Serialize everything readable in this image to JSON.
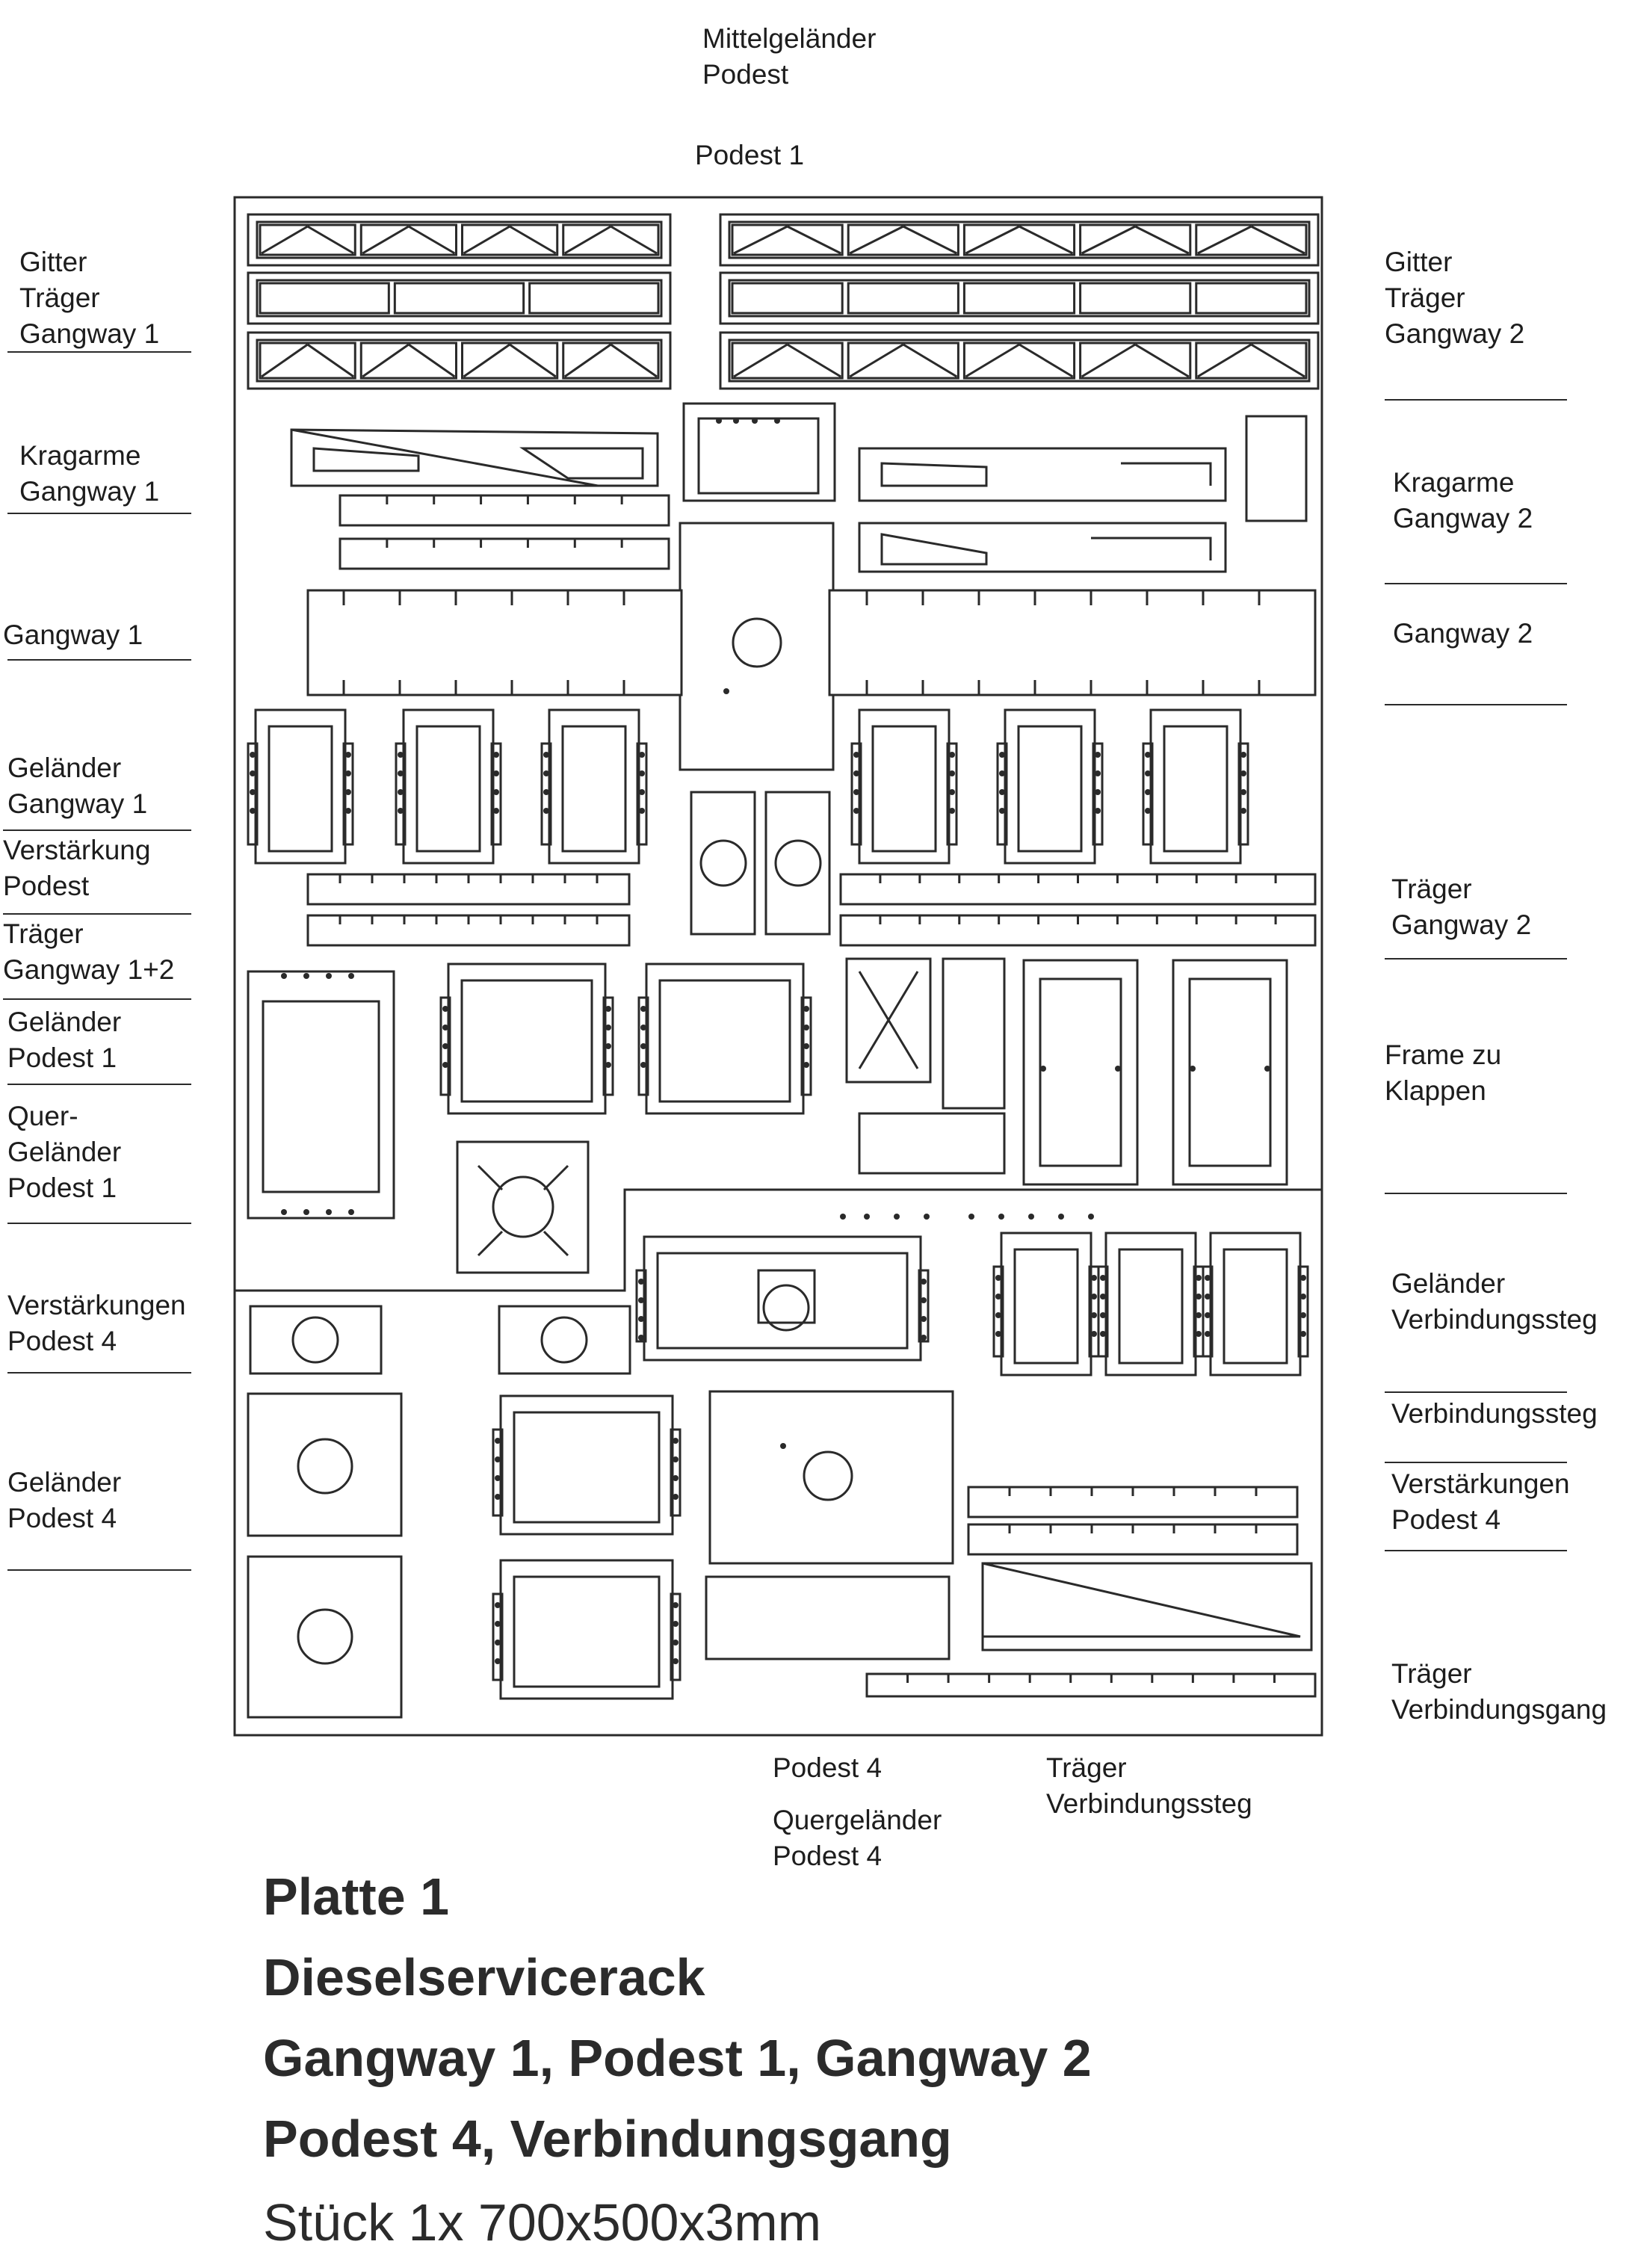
{
  "top_labels": {
    "mittelgelaender_line1": "Mittelgeländer",
    "mittelgelaender_line2": "Podest",
    "podest1": "Podest 1"
  },
  "left_labels": [
    [
      "Gitter",
      "Träger",
      "Gangway 1"
    ],
    [
      "Kragarme",
      "Gangway 1"
    ],
    [
      "Gangway 1"
    ],
    [
      "Geländer",
      "Gangway 1"
    ],
    [
      "Verstärkung",
      "Podest"
    ],
    [
      "Träger",
      "Gangway 1+2"
    ],
    [
      "Geländer",
      "Podest 1"
    ],
    [
      "Quer-",
      "Geländer",
      "Podest 1"
    ],
    [
      "Verstärkungen",
      "Podest 4"
    ],
    [
      "Geländer",
      "Podest 4"
    ]
  ],
  "right_labels": [
    [
      "Gitter",
      "Träger",
      "Gangway 2"
    ],
    [
      "Kragarme",
      "Gangway 2"
    ],
    [
      "Gangway 2"
    ],
    [
      "Träger",
      "Gangway 2"
    ],
    [
      "Frame zu",
      "Klappen"
    ],
    [
      "Geländer",
      "Verbindungssteg"
    ],
    [
      "Verbindungssteg"
    ],
    [
      "Verstärkungen",
      "Podest 4"
    ],
    [
      "Träger",
      "Verbindungsgang"
    ]
  ],
  "bottom_labels": {
    "podest4": "Podest 4",
    "quergelaender_line1": "Quergeländer",
    "quergelaender_line2": "Podest 4",
    "traeger_line1": "Träger",
    "traeger_line2": "Verbindungssteg"
  },
  "title": {
    "line1": "Platte 1",
    "line2": "Dieselservicerack",
    "line3": "Gangway 1, Podest 1, Gangway 2",
    "line4": "Podest 4, Verbindungsgang",
    "line5": "Stück 1x 700x500x3mm"
  }
}
